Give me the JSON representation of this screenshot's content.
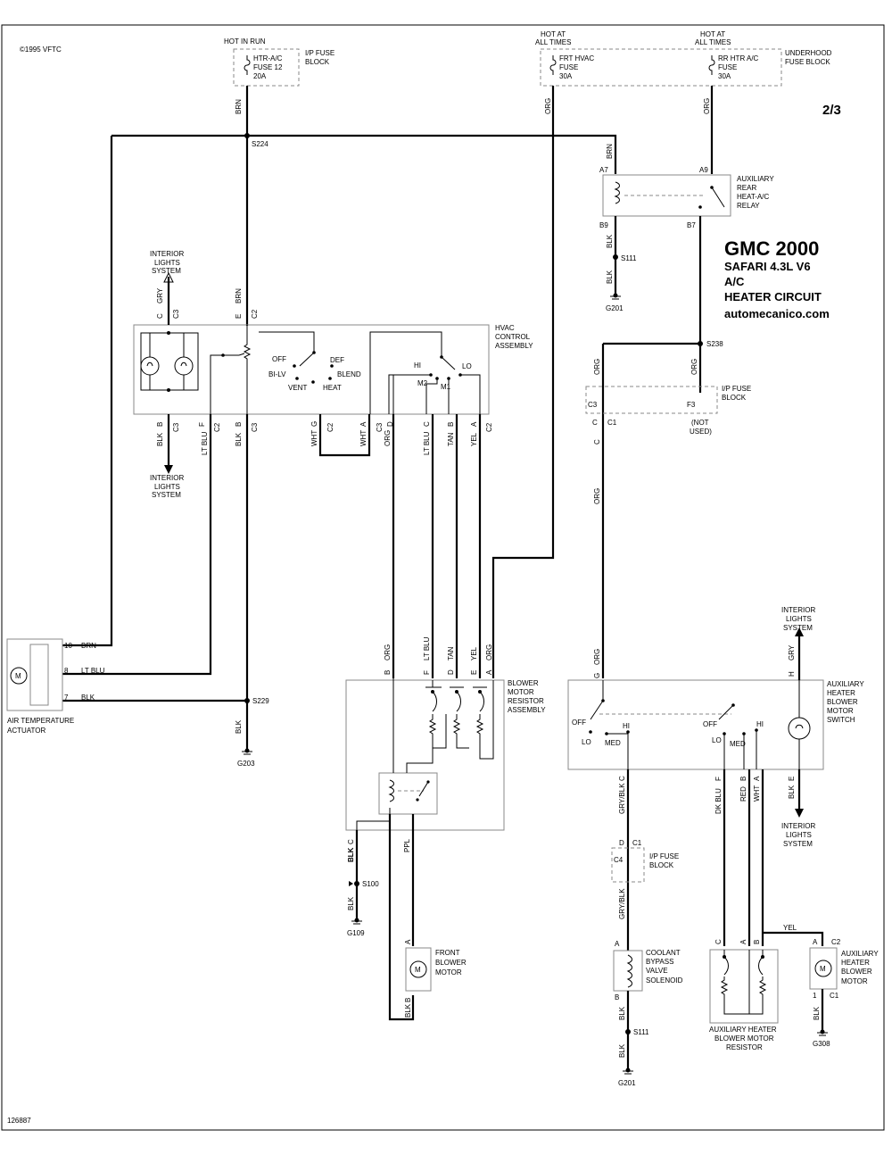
{
  "header": {
    "copyright": "©1995 VFTC",
    "page": "2/3",
    "footer_id": "126887"
  },
  "title": {
    "line1": "GMC 2000",
    "line2": "SAFARI  4.3L  V6",
    "line3": "A/C",
    "line4": "HEATER CIRCUIT",
    "line5": "automecanico.com"
  },
  "power": {
    "hot_in_run": "HOT IN RUN",
    "hot_at": "HOT AT",
    "all_times": "ALL TIMES",
    "ip_fuse_block_1": "I/P FUSE",
    "ip_fuse_block_2": "BLOCK",
    "fuse12_1": "HTR-A/C",
    "fuse12_2": "FUSE 12",
    "fuse12_3": "20A",
    "frt_1": "FRT HVAC",
    "frt_2": "FUSE",
    "frt_3": "30A",
    "rr_1": "RR HTR A/C",
    "rr_2": "FUSE",
    "rr_3": "30A",
    "uh_1": "UNDERHOOD",
    "uh_2": "FUSE BLOCK"
  },
  "wires": {
    "brn": "BRN",
    "org": "ORG",
    "blk": "BLK",
    "gry": "GRY",
    "lt_blu": "LT BLU",
    "wht": "WHT",
    "tan": "TAN",
    "yel": "YEL",
    "ppl": "PPL",
    "gry_blk": "GRY/BLK",
    "dk_blu": "DK BLU",
    "red": "RED"
  },
  "splices": {
    "s224": "S224",
    "s229": "S229",
    "s111": "S111",
    "s238": "S238",
    "s100": "S100",
    "g201": "G201",
    "g203": "G203",
    "g109": "G109",
    "g308": "G308"
  },
  "relay": {
    "name1": "AUXILIARY",
    "name2": "REAR",
    "name3": "HEAT-A/C",
    "name4": "RELAY",
    "a7": "A7",
    "a9": "A9",
    "b9": "B9",
    "b7": "B7"
  },
  "interior": {
    "l1": "INTERIOR",
    "l2": "LIGHTS",
    "l3": "SYSTEM"
  },
  "hvac": {
    "name1": "HVAC",
    "name2": "CONTROL",
    "name3": "ASSEMBLY",
    "off": "OFF",
    "def": "DEF",
    "bilv": "BI-LV",
    "blend": "BLEND",
    "vent": "VENT",
    "heat": "HEAT",
    "hi": "HI",
    "lo": "LO",
    "m1": "M1",
    "m2": "M2"
  },
  "pins": {
    "a": "A",
    "b": "B",
    "c": "C",
    "d": "D",
    "e": "E",
    "f": "F",
    "g": "G",
    "h": "H",
    "c1": "C1",
    "c2": "C2",
    "c3": "C3",
    "c4": "C4",
    "f3": "F3",
    "p10": "10",
    "p8": "8",
    "p7": "7",
    "p1": "1"
  },
  "ipfuse2": {
    "l1": "I/P FUSE",
    "l2": "BLOCK",
    "not1": "(NOT",
    "not2": "USED)"
  },
  "actuator": {
    "l1": "AIR TEMPERATURE",
    "l2": "ACTUATOR",
    "m": "M"
  },
  "resistor": {
    "l1": "BLOWER",
    "l2": "MOTOR",
    "l3": "RESISTOR",
    "l4": "ASSEMBLY"
  },
  "front_motor": {
    "l1": "FRONT",
    "l2": "BLOWER",
    "l3": "MOTOR",
    "m": "M"
  },
  "aux_switch": {
    "l1": "AUXILIARY",
    "l2": "HEATER",
    "l3": "BLOWER",
    "l4": "MOTOR",
    "l5": "SWITCH",
    "off": "OFF",
    "lo": "LO",
    "med": "MED",
    "hi": "HI"
  },
  "coolant": {
    "l1": "COOLANT",
    "l2": "BYPASS",
    "l3": "VALVE",
    "l4": "SOLENOID"
  },
  "aux_resistor": {
    "l1": "AUXILIARY HEATER",
    "l2": "BLOWER MOTOR",
    "l3": "RESISTOR"
  },
  "aux_motor": {
    "l1": "AUXILIARY",
    "l2": "HEATER",
    "l3": "BLOWER",
    "l4": "MOTOR",
    "m": "M"
  }
}
